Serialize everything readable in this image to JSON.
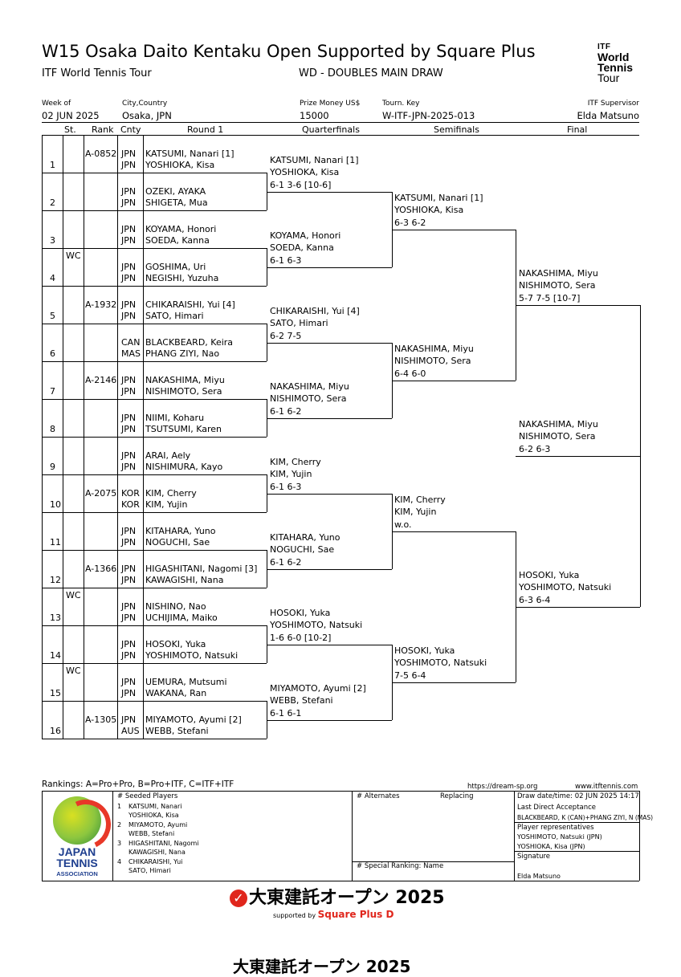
{
  "header": {
    "title": "W15 Osaka Daito Kentaku Open Supported by Square Plus",
    "tour": "ITF World Tennis Tour",
    "draw_type": "WD - DOUBLES MAIN DRAW",
    "logo": {
      "itf": "ITF",
      "l1": "World",
      "l2": "Tennis",
      "l3": "Tour"
    },
    "week_label": "Week of",
    "week": "02 JUN 2025",
    "city_label": "City,Country",
    "city": "Osaka, JPN",
    "prize_label": "Prize Money US$",
    "prize": "15000",
    "key_label": "Tourn. Key",
    "key": "W-ITF-JPN-2025-013",
    "supervisor_label": "ITF Supervisor",
    "supervisor": "Elda Matsuno"
  },
  "columns": {
    "st": "St.",
    "rank": "Rank",
    "cnty": "Cnty",
    "round1": "Round 1",
    "qf": "Quarterfinals",
    "sf": "Semifinals",
    "final": "Final"
  },
  "round1": [
    {
      "num": "1",
      "st": "",
      "rank": "A-0852",
      "c1": "JPN",
      "p1": "KATSUMI, Nanari [1]",
      "c2": "JPN",
      "p2": "YOSHIOKA, Kisa"
    },
    {
      "num": "2",
      "st": "",
      "rank": "",
      "c1": "JPN",
      "p1": "OZEKI, AYAKA",
      "c2": "JPN",
      "p2": "SHIGETA, Mua"
    },
    {
      "num": "3",
      "st": "",
      "rank": "",
      "c1": "JPN",
      "p1": "KOYAMA, Honori",
      "c2": "JPN",
      "p2": "SOEDA, Kanna"
    },
    {
      "num": "4",
      "st": "WC",
      "rank": "",
      "c1": "JPN",
      "p1": "GOSHIMA, Uri",
      "c2": "JPN",
      "p2": "NEGISHI, Yuzuha"
    },
    {
      "num": "5",
      "st": "",
      "rank": "A-1932",
      "c1": "JPN",
      "p1": "CHIKARAISHI, Yui [4]",
      "c2": "JPN",
      "p2": "SATO, Himari"
    },
    {
      "num": "6",
      "st": "",
      "rank": "",
      "c1": "CAN",
      "p1": "BLACKBEARD, Keira",
      "c2": "MAS",
      "p2": "PHANG ZIYI, Nao"
    },
    {
      "num": "7",
      "st": "",
      "rank": "A-2146",
      "c1": "JPN",
      "p1": "NAKASHIMA, Miyu",
      "c2": "JPN",
      "p2": "NISHIMOTO, Sera"
    },
    {
      "num": "8",
      "st": "",
      "rank": "",
      "c1": "JPN",
      "p1": "NIIMI, Koharu",
      "c2": "JPN",
      "p2": "TSUTSUMI, Karen"
    },
    {
      "num": "9",
      "st": "",
      "rank": "",
      "c1": "JPN",
      "p1": "ARAI, Aely",
      "c2": "JPN",
      "p2": "NISHIMURA, Kayo"
    },
    {
      "num": "10",
      "st": "",
      "rank": "A-2075",
      "c1": "KOR",
      "p1": "KIM, Cherry",
      "c2": "KOR",
      "p2": "KIM, Yujin"
    },
    {
      "num": "11",
      "st": "",
      "rank": "",
      "c1": "JPN",
      "p1": "KITAHARA, Yuno",
      "c2": "JPN",
      "p2": "NOGUCHI, Sae"
    },
    {
      "num": "12",
      "st": "",
      "rank": "A-1366",
      "c1": "JPN",
      "p1": "HIGASHITANI, Nagomi [3]",
      "c2": "JPN",
      "p2": "KAWAGISHI, Nana"
    },
    {
      "num": "13",
      "st": "WC",
      "rank": "",
      "c1": "JPN",
      "p1": "NISHINO, Nao",
      "c2": "JPN",
      "p2": "UCHIJIMA, Maiko"
    },
    {
      "num": "14",
      "st": "",
      "rank": "",
      "c1": "JPN",
      "p1": "HOSOKI, Yuka",
      "c2": "JPN",
      "p2": "YOSHIMOTO, Natsuki"
    },
    {
      "num": "15",
      "st": "WC",
      "rank": "",
      "c1": "JPN",
      "p1": "UEMURA, Mutsumi",
      "c2": "JPN",
      "p2": "WAKANA, Ran"
    },
    {
      "num": "16",
      "st": "",
      "rank": "A-1305",
      "c1": "JPN",
      "p1": "MIYAMOTO, Ayumi [2]",
      "c2": "AUS",
      "p2": "WEBB, Stefani"
    }
  ],
  "qf": [
    {
      "p1": "KATSUMI, Nanari [1]",
      "p2": "YOSHIOKA, Kisa",
      "score": "6-1 3-6 [10-6]"
    },
    {
      "p1": "KOYAMA, Honori",
      "p2": "SOEDA, Kanna",
      "score": "6-1 6-3"
    },
    {
      "p1": "CHIKARAISHI, Yui [4]",
      "p2": "SATO, Himari",
      "score": "6-2 7-5"
    },
    {
      "p1": "NAKASHIMA, Miyu",
      "p2": "NISHIMOTO, Sera",
      "score": "6-1 6-2"
    },
    {
      "p1": "KIM, Cherry",
      "p2": "KIM, Yujin",
      "score": "6-1 6-3"
    },
    {
      "p1": "KITAHARA, Yuno",
      "p2": "NOGUCHI, Sae",
      "score": "6-1 6-2"
    },
    {
      "p1": "HOSOKI, Yuka",
      "p2": "YOSHIMOTO, Natsuki",
      "score": "1-6 6-0 [10-2]"
    },
    {
      "p1": "MIYAMOTO, Ayumi [2]",
      "p2": "WEBB, Stefani",
      "score": "6-1 6-1"
    }
  ],
  "sf": [
    {
      "p1": "KATSUMI, Nanari [1]",
      "p2": "YOSHIOKA, Kisa",
      "score": "6-3 6-2"
    },
    {
      "p1": "NAKASHIMA, Miyu",
      "p2": "NISHIMOTO, Sera",
      "score": "6-4 6-0"
    },
    {
      "p1": "KIM, Cherry",
      "p2": "KIM, Yujin",
      "score": "w.o."
    },
    {
      "p1": "HOSOKI, Yuka",
      "p2": "YOSHIMOTO, Natsuki",
      "score": "7-5 6-4"
    }
  ],
  "final": [
    {
      "p1": "NAKASHIMA, Miyu",
      "p2": "NISHIMOTO, Sera",
      "score": "5-7 7-5 [10-7]"
    },
    {
      "p1": "HOSOKI, Yuka",
      "p2": "YOSHIMOTO, Natsuki",
      "score": "6-3 6-4"
    }
  ],
  "champion": {
    "p1": "NAKASHIMA, Miyu",
    "p2": "NISHIMOTO, Sera",
    "score": "6-2 6-3"
  },
  "footer": {
    "rankings": "Rankings: A=Pro+Pro, B=Pro+ITF, C=ITF+ITF",
    "url1": "https://dream-sp.org",
    "url2": "www.itftennis.com",
    "seeded_title": "#   Seeded Players",
    "seeds": [
      {
        "n": "1",
        "a": "KATSUMI, Nanari",
        "b": "YOSHIOKA, Kisa"
      },
      {
        "n": "2",
        "a": "MIYAMOTO, Ayumi",
        "b": "WEBB, Stefani"
      },
      {
        "n": "3",
        "a": "HIGASHITANI, Nagomi",
        "b": "KAWAGISHI, Nana"
      },
      {
        "n": "4",
        "a": "CHIKARAISHI, Yui",
        "b": "SATO, Himari"
      }
    ],
    "alternates": "# Alternates",
    "replacing": "Replacing",
    "special": "#  Special Ranking: Name",
    "draw_date": "Draw date/time:   02 JUN 2025 14:17",
    "lda_label": "Last Direct Acceptance",
    "lda": "BLACKBEARD, K (CAN)+PHANG ZIYI, N (MAS)",
    "rep_label": "Player representatives",
    "rep1": "YOSHIMOTO, Natsuki (JPN)",
    "rep2": "YOSHIOKA, Kisa (JPN)",
    "sig_label": "Signature",
    "sig": "Elda Matsuno",
    "jta1": "JAPAN",
    "jta2": "TENNIS",
    "jta3": "ASSOCIATION",
    "event_logo": "大東建託オープン 2025",
    "supported_by": "supported by",
    "square_plus": "Square Plus D",
    "cutoff": "大東建託オープン 2025"
  },
  "colors": {
    "text": "#000000",
    "line": "#000000",
    "brand_red": "#e0261c",
    "jta_blue": "#1f3f8f"
  }
}
